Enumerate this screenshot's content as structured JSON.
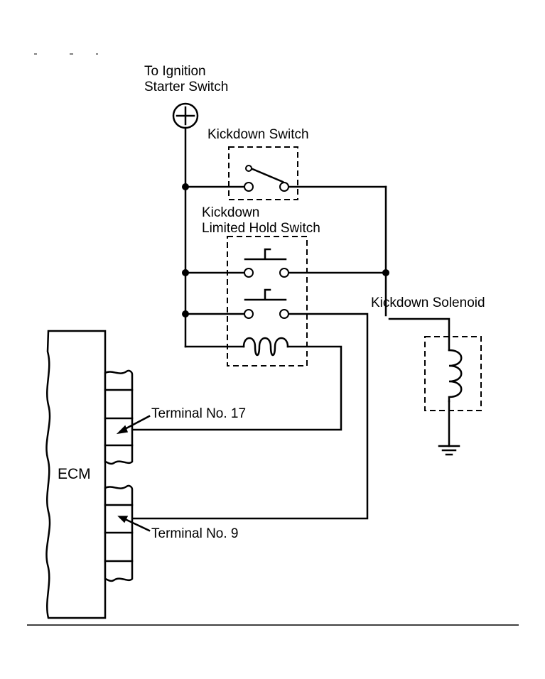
{
  "labels": {
    "ignition_line1": "To Ignition",
    "ignition_line2": "Starter Switch",
    "kickdown_switch": "Kickdown Switch",
    "hold_switch_line1": "Kickdown",
    "hold_switch_line2": "Limited Hold Switch",
    "solenoid": "Kickdown Solenoid",
    "terminal_17": "Terminal No. 17",
    "terminal_9": "Terminal No. 9",
    "ecm": "ECM"
  },
  "icons": {
    "power_source": "plus-circle-icon",
    "ground": "ground-icon",
    "coil": "coil-icon"
  },
  "colors": {
    "line": "#000000",
    "background": "#ffffff"
  }
}
